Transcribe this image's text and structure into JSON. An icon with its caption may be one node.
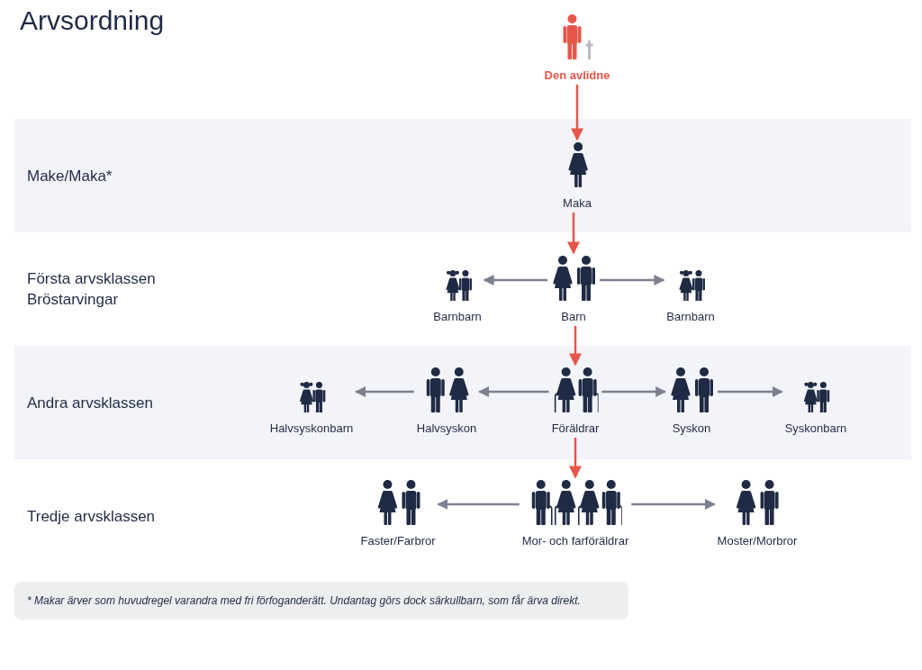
{
  "diagram": {
    "title": "Arvsordning",
    "nodes": [
      {
        "text": [
          "Den avlidne"
        ]
      },
      {
        "text": [
          "Make/Maka*"
        ]
      },
      {
        "text": [
          "Maka"
        ],
        "in": 1
      },
      {
        "text": [
          "Första arvsklassen Bröstarvingar"
        ]
      },
      {
        "text": [
          "Barnbarn"
        ],
        "in": 3
      },
      {
        "text": [
          "Barn"
        ],
        "in": 3
      },
      {
        "text": [
          "Barnbarn"
        ],
        "in": 3
      },
      {
        "text": [
          "Andra arvsklassen"
        ]
      },
      {
        "text": [
          "Halvsyskonbarn"
        ],
        "in": 7
      },
      {
        "text": [
          "Halvsyskon"
        ],
        "in": 7
      },
      {
        "text": [
          "Föräldrar"
        ],
        "in": 7
      },
      {
        "text": [
          "Syskon"
        ],
        "in": 7
      },
      {
        "text": [
          "Syskonbarn"
        ],
        "in": 7
      },
      {
        "text": [
          "Tredje arvsklassen"
        ]
      },
      {
        "text": [
          "Faster/Farbror"
        ],
        "in": 13
      },
      {
        "text": [
          "Mor- och farföräldrar"
        ],
        "in": 13
      },
      {
        "text": [
          "Moster/Morbror"
        ],
        "in": 13
      }
    ],
    "edges": [
      {
        "from": 0,
        "to": 2,
        "arrow": "to",
        "color": "#e5574a"
      },
      {
        "from": 2,
        "to": 5,
        "arrow": "to",
        "color": "#e5574a"
      },
      {
        "from": 5,
        "to": 4,
        "arrow": "to"
      },
      {
        "from": 5,
        "to": 6,
        "arrow": "to"
      },
      {
        "from": 5,
        "to": 10,
        "arrow": "to",
        "color": "#e5574a"
      },
      {
        "from": 10,
        "to": 9,
        "arrow": "to"
      },
      {
        "from": 9,
        "to": 8,
        "arrow": "to"
      },
      {
        "from": 10,
        "to": 11,
        "arrow": "to"
      },
      {
        "from": 11,
        "to": 12,
        "arrow": "to"
      },
      {
        "from": 10,
        "to": 15,
        "arrow": "to",
        "color": "#e5574a"
      },
      {
        "from": 15,
        "to": 14,
        "arrow": "to"
      },
      {
        "from": 15,
        "to": 16,
        "arrow": "to"
      }
    ],
    "labels": [
      "* Makar ärver som huvudregel varandra med fri förfoganderätt. Undantag görs dock särkullbarn, som får ärva direkt."
    ]
  }
}
